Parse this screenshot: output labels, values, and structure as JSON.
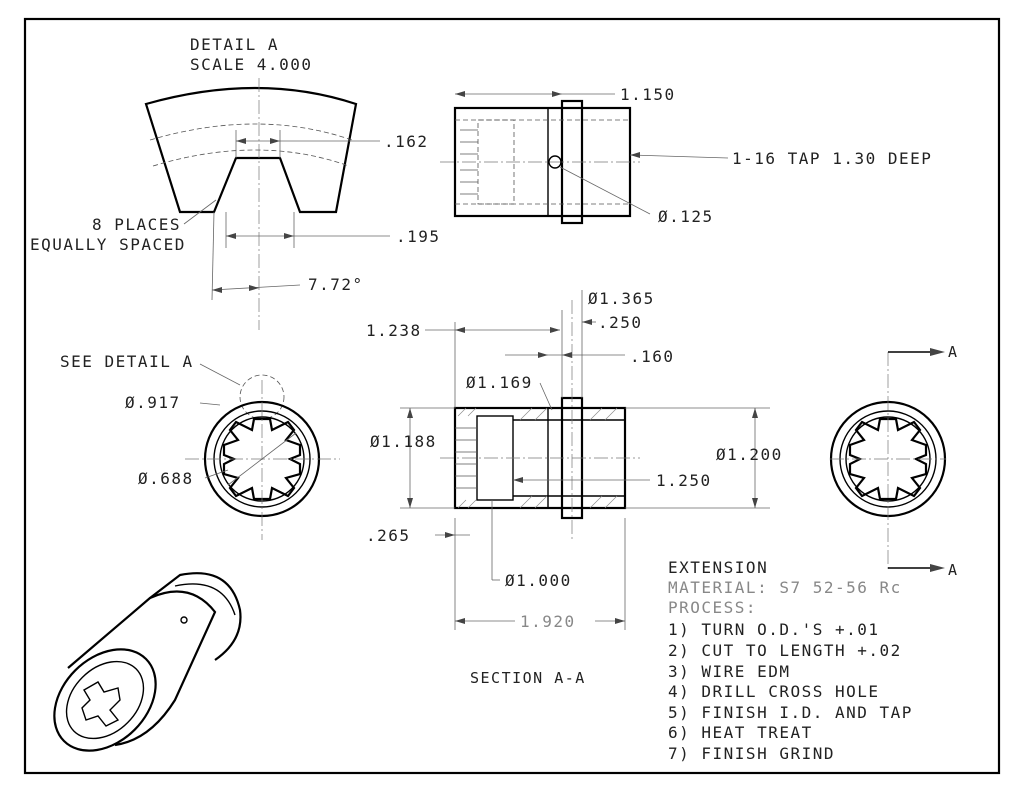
{
  "detail_a": {
    "title": "DETAIL  A",
    "scale": "SCALE  4.000",
    "dim_162": ".162",
    "dim_195": ".195",
    "angle": "7.72°",
    "note_line1": "8 PLACES",
    "note_line2": "EQUALLY SPACED"
  },
  "top_view": {
    "dim_1150": "1.150",
    "tap_note": "1-16 TAP 1.30 DEEP",
    "dim_hole": "Ø.125"
  },
  "left_view": {
    "see_detail": "SEE DETAIL  A",
    "dim_917": "Ø.917",
    "dim_688": "Ø.688"
  },
  "section": {
    "dim_1238": "1.238",
    "dim_1365": "Ø1.365",
    "dim_250": ".250",
    "dim_160": ".160",
    "dim_1169": "Ø1.169",
    "dim_1188": "Ø1.188",
    "dim_1200": "Ø1.200",
    "dim_1250": "1.250",
    "dim_265": ".265",
    "dim_1000": "Ø1.000",
    "dim_1920": "1.920",
    "label": "SECTION  A-A"
  },
  "right_view": {
    "mark_top": "A",
    "mark_bottom": "A"
  },
  "notes": {
    "title": "EXTENSION",
    "material": "MATERIAL: S7 52-56 Rc",
    "process": "PROCESS:",
    "steps": [
      "1) TURN O.D.'S +.01",
      "2) CUT TO LENGTH +.02",
      "3) WIRE EDM",
      "4) DRILL CROSS HOLE",
      "5) FINISH I.D. AND TAP",
      "6) HEAT TREAT",
      "7) FINISH GRIND"
    ]
  }
}
